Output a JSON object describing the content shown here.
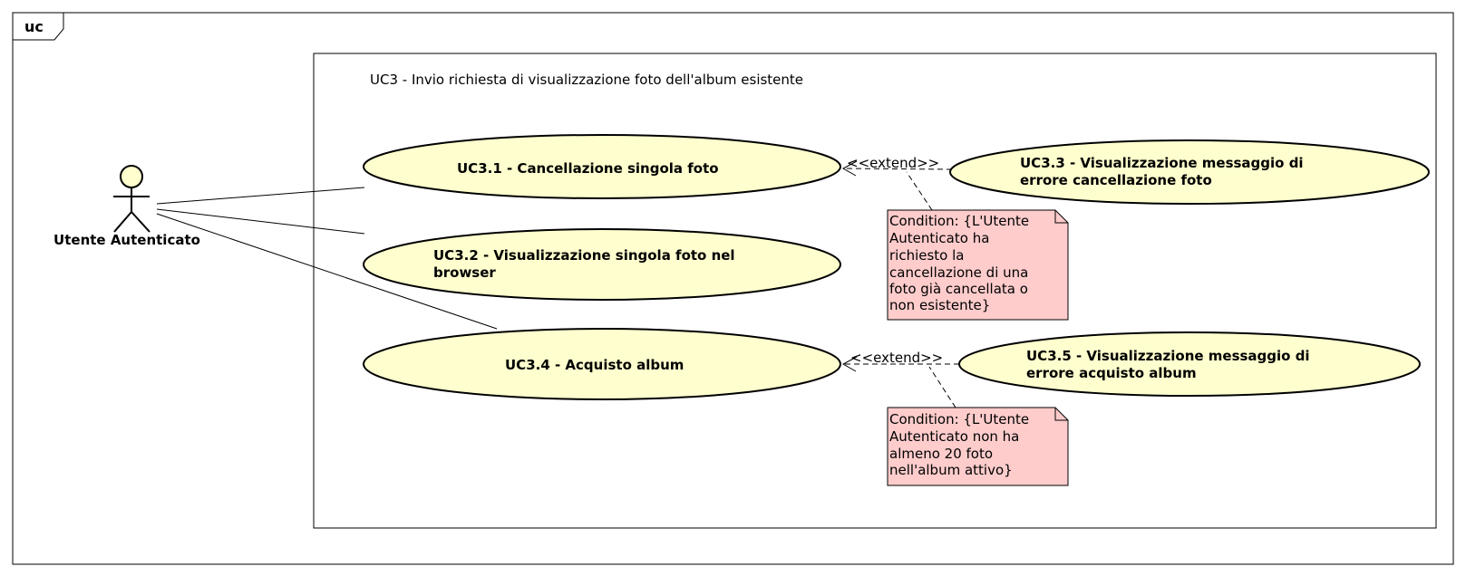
{
  "frame": {
    "label": "uc"
  },
  "system": {
    "title": "UC3 - Invio richiesta di visualizzazione foto dell'album esistente"
  },
  "actor": {
    "name": "Utente Autenticato"
  },
  "use_cases": {
    "uc31": {
      "line1": "UC3.1 - Cancellazione singola foto"
    },
    "uc32": {
      "line1": "UC3.2 - Visualizzazione singola foto nel",
      "line2": "browser"
    },
    "uc33": {
      "line1": "UC3.3 - Visualizzazione messaggio di",
      "line2": "errore cancellazione foto"
    },
    "uc34": {
      "line1": "UC3.4 - Acquisto album"
    },
    "uc35": {
      "line1": "UC3.5 - Visualizzazione messaggio di",
      "line2": "errore acquisto album"
    }
  },
  "relations": {
    "extend1": "<<extend>>",
    "extend2": "<<extend>>"
  },
  "notes": {
    "note1": [
      "Condition: {L'Utente",
      "Autenticato ha",
      "richiesto la",
      "cancellazione di una",
      "foto già cancellata o",
      "non esistente}"
    ],
    "note2": [
      "Condition: {L'Utente",
      "Autenticato non ha",
      "almeno 20 foto",
      "nell'album attivo}"
    ]
  },
  "colors": {
    "use_case_fill": "#FEFECE",
    "note_fill": "#FFCCCC",
    "stroke": "#000000"
  }
}
